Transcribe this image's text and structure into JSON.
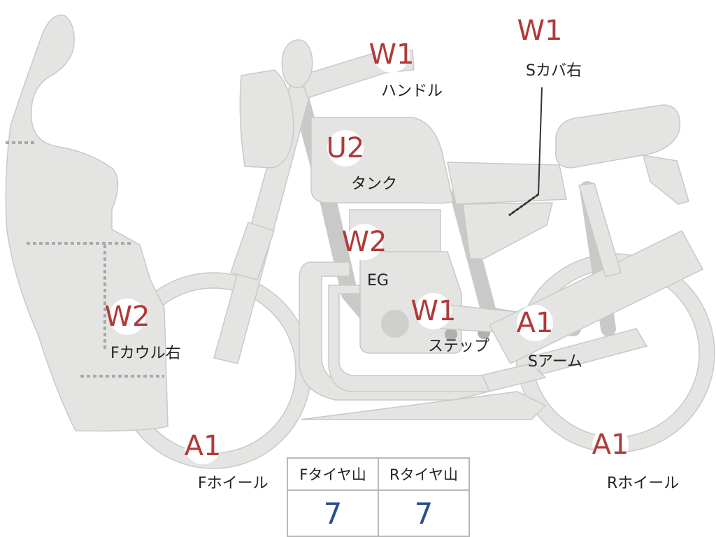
{
  "callouts": [
    {
      "id": "handle",
      "grade": "W1",
      "label": "ハンドル"
    },
    {
      "id": "side-cover",
      "grade": "W1",
      "label": "Sカバ右"
    },
    {
      "id": "tank",
      "grade": "U2",
      "label": "タンク"
    },
    {
      "id": "engine",
      "grade": "W2",
      "label": "EG"
    },
    {
      "id": "step",
      "grade": "W1",
      "label": "ステップ"
    },
    {
      "id": "swing-arm",
      "grade": "A1",
      "label": "Sアーム"
    },
    {
      "id": "front-cowl",
      "grade": "W2",
      "label": "Fカウル右"
    },
    {
      "id": "front-wheel",
      "grade": "A1",
      "label": "Fホイール"
    },
    {
      "id": "rear-wheel",
      "grade": "A1",
      "label": "Rホイール"
    }
  ],
  "tire_table": {
    "headers": [
      "Fタイヤ山",
      "Rタイヤ山"
    ],
    "values": [
      "7",
      "7"
    ]
  },
  "colors": {
    "part_fill": "#e4e4e2",
    "grade_text": "#b03a3a",
    "tire_value_text": "#2a4e8c"
  }
}
